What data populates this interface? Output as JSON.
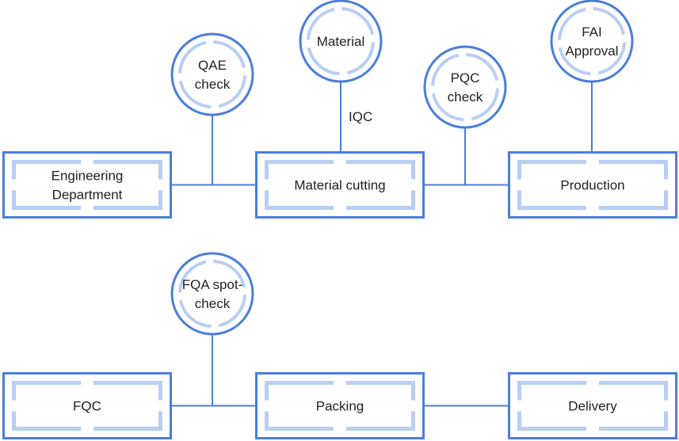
{
  "diagram": {
    "type": "process-flow",
    "colors": {
      "outline": "#4a7edb",
      "inner_dash": "#b8cef3",
      "text": "#1f1f1f",
      "background": "#ffffff"
    },
    "rows": [
      {
        "id": "row-1",
        "steps": [
          {
            "id": "engineering-department",
            "lines": [
              "Engineering",
              "Department"
            ]
          },
          {
            "id": "material-cutting",
            "lines": [
              "Material cutting"
            ]
          },
          {
            "id": "production",
            "lines": [
              "Production"
            ]
          }
        ],
        "checkpoints": [
          {
            "id": "qae-check",
            "lines": [
              "QAE",
              "check"
            ],
            "between": [
              "engineering-department",
              "material-cutting"
            ]
          },
          {
            "id": "material",
            "lines": [
              "Material"
            ],
            "attached_to": "material-cutting",
            "connector_label": "IQC"
          },
          {
            "id": "pqc-check",
            "lines": [
              "PQC",
              "check"
            ],
            "between": [
              "material-cutting",
              "production"
            ]
          },
          {
            "id": "fai-approval",
            "lines": [
              "FAI",
              "Approval"
            ],
            "attached_to": "production"
          }
        ]
      },
      {
        "id": "row-2",
        "steps": [
          {
            "id": "fqc",
            "lines": [
              "FQC"
            ]
          },
          {
            "id": "packing",
            "lines": [
              "Packing"
            ]
          },
          {
            "id": "delivery",
            "lines": [
              "Delivery"
            ]
          }
        ],
        "checkpoints": [
          {
            "id": "fqa-spot-check",
            "lines": [
              "FQA spot-",
              "check"
            ],
            "between": [
              "fqc",
              "packing"
            ]
          }
        ]
      }
    ]
  }
}
